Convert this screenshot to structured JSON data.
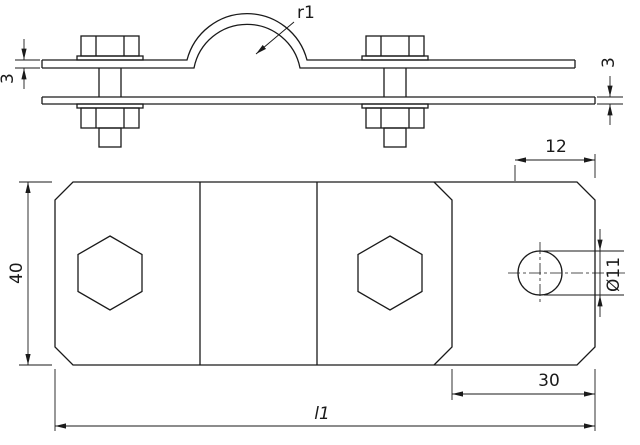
{
  "drawing": {
    "colors": {
      "line": "#1a1a1a",
      "background": "#ffffff"
    },
    "side_view": {
      "radius_label": "r1",
      "strap_thickness_left": "3",
      "strap_thickness_right": "3"
    },
    "plan_view": {
      "plate_width": "40",
      "hole_offset": "12",
      "hole_diameter": "Ø11",
      "tab_length": "30",
      "overall_length": "l1"
    }
  }
}
